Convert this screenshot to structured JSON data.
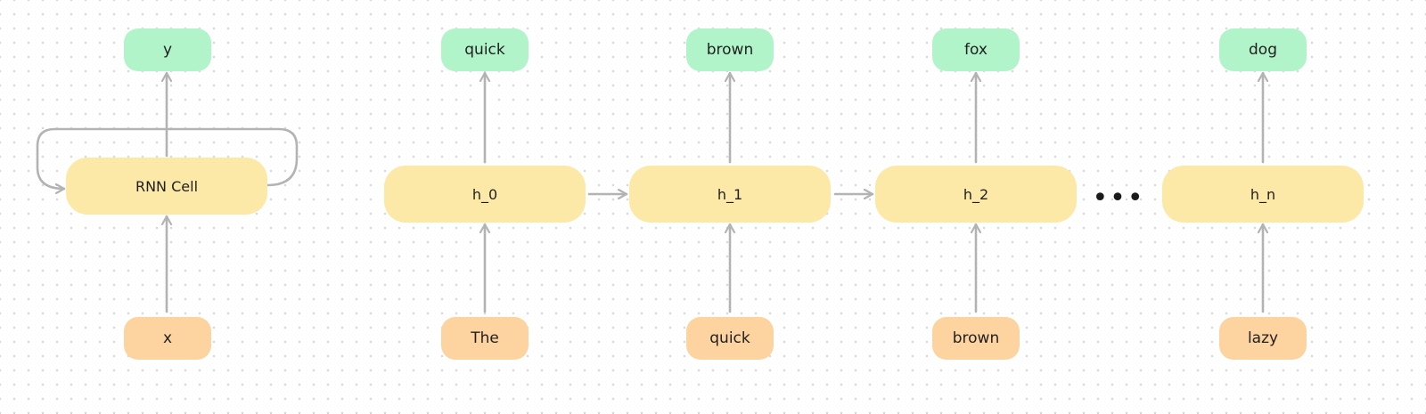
{
  "colors": {
    "output_fill": "#b1f4c9",
    "input_fill": "#fdd39f",
    "cell_fill": "#fde9a7",
    "arrow": "#b3b3b3"
  },
  "folded": {
    "cell_label": "RNN Cell",
    "input_label": "x",
    "output_label": "y"
  },
  "unrolled": {
    "steps": [
      {
        "state": "h_0",
        "input": "The",
        "output": "quick"
      },
      {
        "state": "h_1",
        "input": "quick",
        "output": "brown"
      },
      {
        "state": "h_2",
        "input": "brown",
        "output": "fox"
      },
      {
        "state": "h_n",
        "input": "lazy",
        "output": "dog"
      }
    ],
    "ellipsis": "•••"
  }
}
